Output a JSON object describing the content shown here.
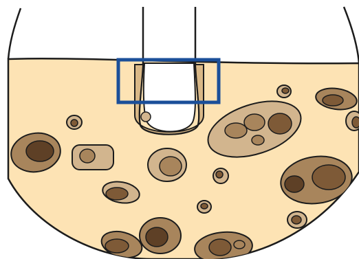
{
  "colors": {
    "background": "#ffffff",
    "outline": "#1c1c1c",
    "medium": "#fde3b4",
    "cell_light": "#d2b58e",
    "cell_mid": "#a8855c",
    "cell_dark": "#7e5a37",
    "cell_darkest": "#5e4026",
    "pipette_wall": "#d9b887",
    "pipette_lumen": "#ffffff",
    "highlight_box": "#1b4f99"
  },
  "icons": {
    "container": "petri-dish-cross-section",
    "instrument": "micropipette-tip",
    "marker": "highlight-rectangle"
  }
}
